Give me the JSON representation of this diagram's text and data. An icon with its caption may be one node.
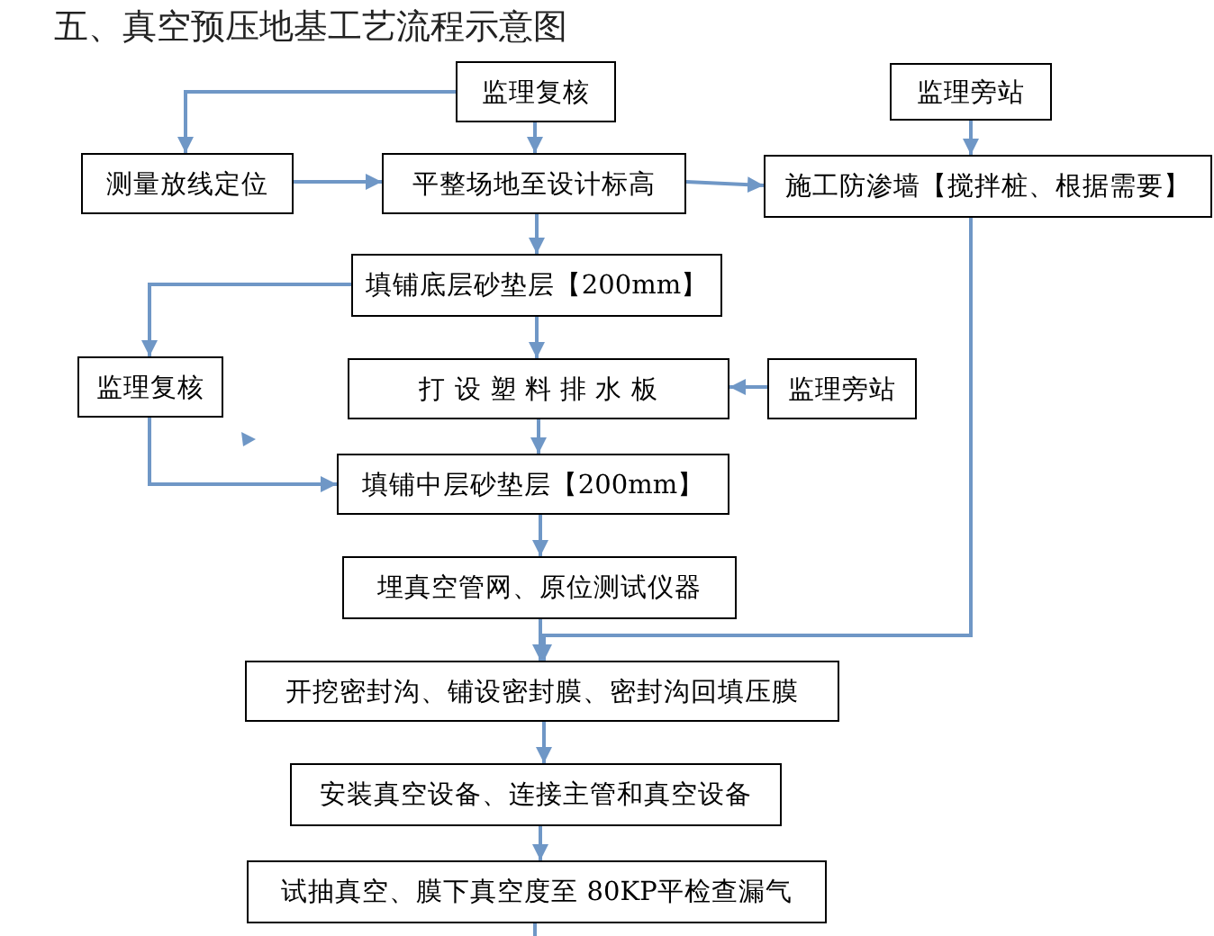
{
  "diagram": {
    "title": "五、真空预压地基工艺流程示意图",
    "nodes": [
      {
        "text": [
          "监理复核"
        ]
      },
      {
        "text": [
          "监理旁站"
        ]
      },
      {
        "text": [
          "测量放线定位"
        ]
      },
      {
        "text": [
          "平整场地至设计标高"
        ]
      },
      {
        "text": [
          "施工防渗墙【搅拌桩、根据需要】"
        ]
      },
      {
        "text": [
          "填铺底层砂垫层【200mm】"
        ]
      },
      {
        "text": [
          "监理复核"
        ]
      },
      {
        "text": [
          "打 设 塑 料 排 水 板"
        ]
      },
      {
        "text": [
          "监理旁站"
        ]
      },
      {
        "text": [
          "填铺中层砂垫层【200mm】"
        ]
      },
      {
        "text": [
          "埋真空管网、原位测试仪器"
        ]
      },
      {
        "text": [
          "开挖密封沟、铺设密封膜、密封沟回填压膜"
        ]
      },
      {
        "text": [
          "安装真空设备、连接主管和真空设备"
        ]
      },
      {
        "text": [
          "试抽真空、膜下真空度至 80KP平检查漏气"
        ]
      }
    ],
    "edges": [
      {
        "from": 0,
        "to": 2,
        "arrow": "to"
      },
      {
        "from": 0,
        "to": 3,
        "arrow": "to"
      },
      {
        "from": 2,
        "to": 3,
        "arrow": "to"
      },
      {
        "from": 3,
        "to": 4,
        "arrow": "to"
      },
      {
        "from": 1,
        "to": 4,
        "arrow": "to"
      },
      {
        "from": 3,
        "to": 5,
        "arrow": "to"
      },
      {
        "from": 5,
        "to": 6,
        "arrow": "to"
      },
      {
        "from": 5,
        "to": 7,
        "arrow": "to"
      },
      {
        "from": 8,
        "to": 7,
        "arrow": "to"
      },
      {
        "from": 6,
        "to": 9,
        "arrow": "to"
      },
      {
        "from": 7,
        "to": 9,
        "arrow": "to"
      },
      {
        "from": 9,
        "to": 10,
        "arrow": "to"
      },
      {
        "from": 10,
        "to": 11,
        "arrow": "to"
      },
      {
        "from": 4,
        "to": 11,
        "arrow": "to"
      },
      {
        "from": 11,
        "to": 12,
        "arrow": "to"
      },
      {
        "from": 12,
        "to": 13,
        "arrow": "to"
      },
      {
        "from": 13,
        "to": null,
        "arrow": "none"
      }
    ]
  }
}
